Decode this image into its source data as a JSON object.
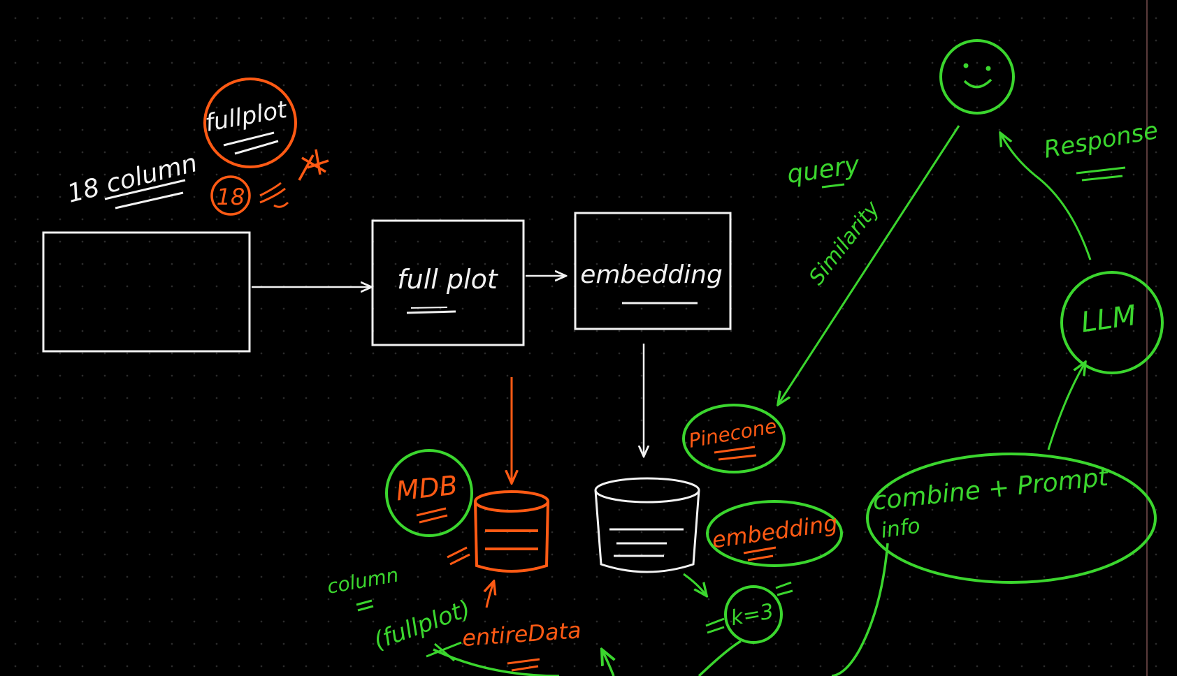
{
  "colors": {
    "white": "#f2f2f2",
    "orange": "#ff5a14",
    "green": "#3bd62e",
    "background": "#000000"
  },
  "labels": {
    "column_count": "18 column",
    "fullplot_top": "fullplot",
    "eighteen": "18",
    "fullplot_box": "full plot",
    "embedding_box": "embedding",
    "query": "query",
    "similarity": "Similarity",
    "response": "Response",
    "llm": "LLM",
    "pinecone": "Pinecone",
    "mdb": "MDB",
    "embedding_tag": "embedding",
    "combine_prompt": "combine + Prompt",
    "info": "info",
    "column_lower": "column",
    "fullplot_lower": "(fullplot)",
    "entire_data": "entireData",
    "k_value": "k=3"
  },
  "icons": {
    "user": "smiley-face-icon",
    "database": "cylinder-database-icon"
  }
}
